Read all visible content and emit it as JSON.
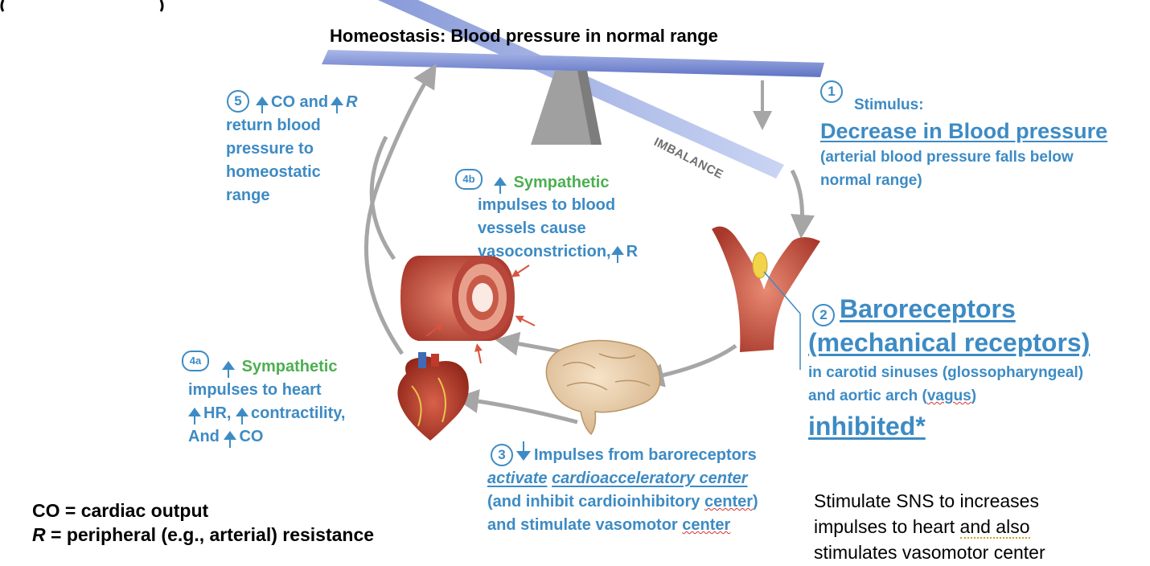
{
  "title": {
    "bold": "Homeostasis:",
    "rest": " Blood pressure in normal range"
  },
  "imbalance_label": "IMBALANCE",
  "step1": {
    "num": "1",
    "label": "Stimulus:",
    "heading": "Decrease in Blood pressure",
    "line1": "(arterial blood pressure falls below",
    "line2": "normal range)"
  },
  "step2": {
    "num": "2",
    "line1": "Baroreceptors",
    "line2": "(mechanical receptors)",
    "line3": "in carotid sinuses (glossopharyngeal)",
    "line4a": "and aortic arch (",
    "line4b": "vagus",
    "line4c": ")",
    "line5": "inhibited*"
  },
  "step3": {
    "num": "3",
    "line1": "Impulses from baroreceptors",
    "line2a": "activate",
    "line2b": "cardioacceleratory center",
    "line3a": "(and inhibit cardioinhibitory ",
    "line3b": "center",
    "line3c": ")",
    "line4a": "and stimulate vasomotor ",
    "line4b": "center"
  },
  "step4a": {
    "num": "4a",
    "green": "Sympathetic",
    "line2": "impulses to heart",
    "line3a": "HR, ",
    "line3b": "contractility,",
    "line4a": "And ",
    "line4b": "CO"
  },
  "step4b": {
    "num": "4b",
    "green": "Sympathetic",
    "line2": "impulses to blood",
    "line3": "vessels cause",
    "line4a": "vasoconstriction,",
    "line4b": "R"
  },
  "step5": {
    "num": "5",
    "line1a": "CO and",
    "line1b": "R",
    "line2": "return blood",
    "line3": "pressure to",
    "line4": "homeostatic",
    "line5": "range"
  },
  "legend": {
    "line1": "CO = cardiac output",
    "line2a": "R",
    "line2b": " = peripheral (e.g., arterial) resistance"
  },
  "note": {
    "line1": "Stimulate SNS to increases",
    "line2a": "impulses to heart ",
    "line2b": "and also",
    "line3": "stimulates vasomotor center"
  },
  "colors": {
    "text_blue": "#3d8bc4",
    "text_green": "#4caf50",
    "arrow_gray": "#a6a6a6",
    "tissue_red": "#c0493c"
  }
}
